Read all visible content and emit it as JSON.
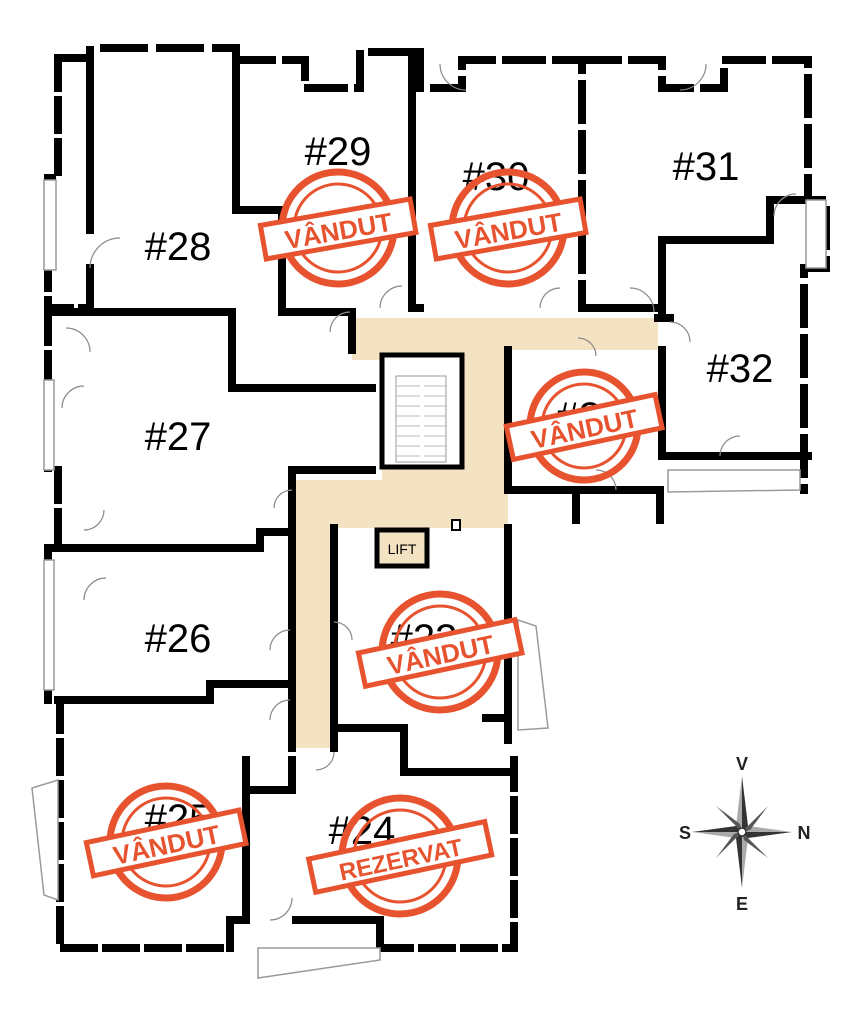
{
  "colors": {
    "corridor": "#f3e3c2",
    "stamp": "#e8532f",
    "wall": "#000000"
  },
  "apartments": [
    {
      "id": "28",
      "label": "#28",
      "status": ""
    },
    {
      "id": "29",
      "label": "#29",
      "status": "VÂNDUT"
    },
    {
      "id": "30",
      "label": "#30",
      "status": "VÂNDUT"
    },
    {
      "id": "31",
      "label": "#31",
      "status": ""
    },
    {
      "id": "32",
      "label": "#32",
      "status": ""
    },
    {
      "id": "33",
      "label": "#33",
      "status": "VÂNDUT"
    },
    {
      "id": "27",
      "label": "#27",
      "status": ""
    },
    {
      "id": "26",
      "label": "#26",
      "status": ""
    },
    {
      "id": "23",
      "label": "#23",
      "status": "VÂNDUT"
    },
    {
      "id": "25",
      "label": "#25",
      "status": "VÂNDUT"
    },
    {
      "id": "24",
      "label": "#24",
      "status": "REZERVAT"
    }
  ],
  "lift": {
    "label": "LIFT"
  },
  "compass": {
    "north": "N",
    "south": "S",
    "east": "E",
    "west": "V"
  }
}
